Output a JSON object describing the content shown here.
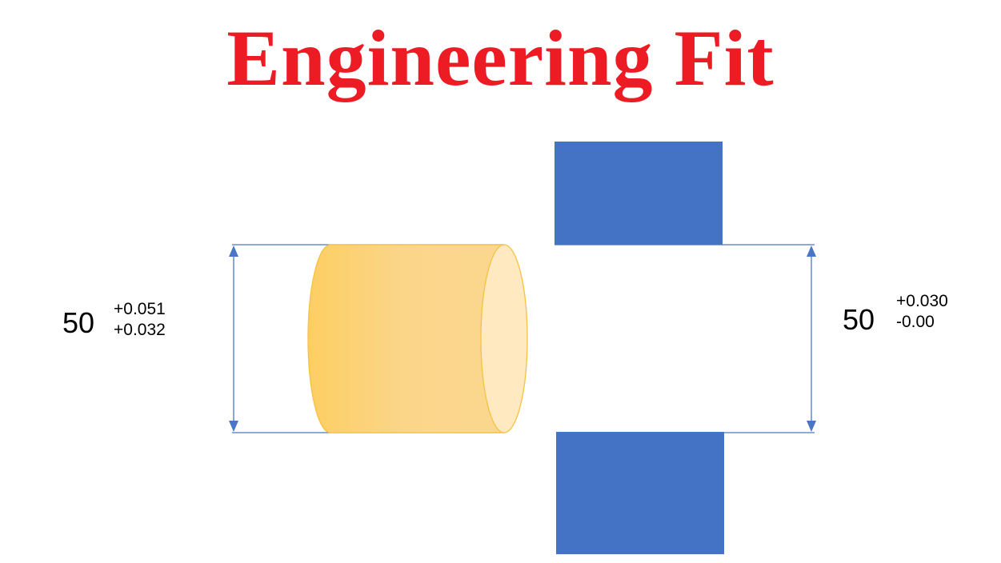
{
  "title": "Engineering Fit",
  "colors": {
    "title": "#ed1c24",
    "shaft_fill": "#fbd27a",
    "shaft_end_face": "#fee9c0",
    "shaft_outline": "#f5c242",
    "hole_block": "#4472c4",
    "dimension_line": "#4a76c6"
  },
  "shaft": {
    "nominal": "50",
    "upper_deviation": "+0.051",
    "lower_deviation": "+0.032"
  },
  "hole": {
    "nominal": "50",
    "upper_deviation": "+0.030",
    "lower_deviation": "-0.00"
  }
}
